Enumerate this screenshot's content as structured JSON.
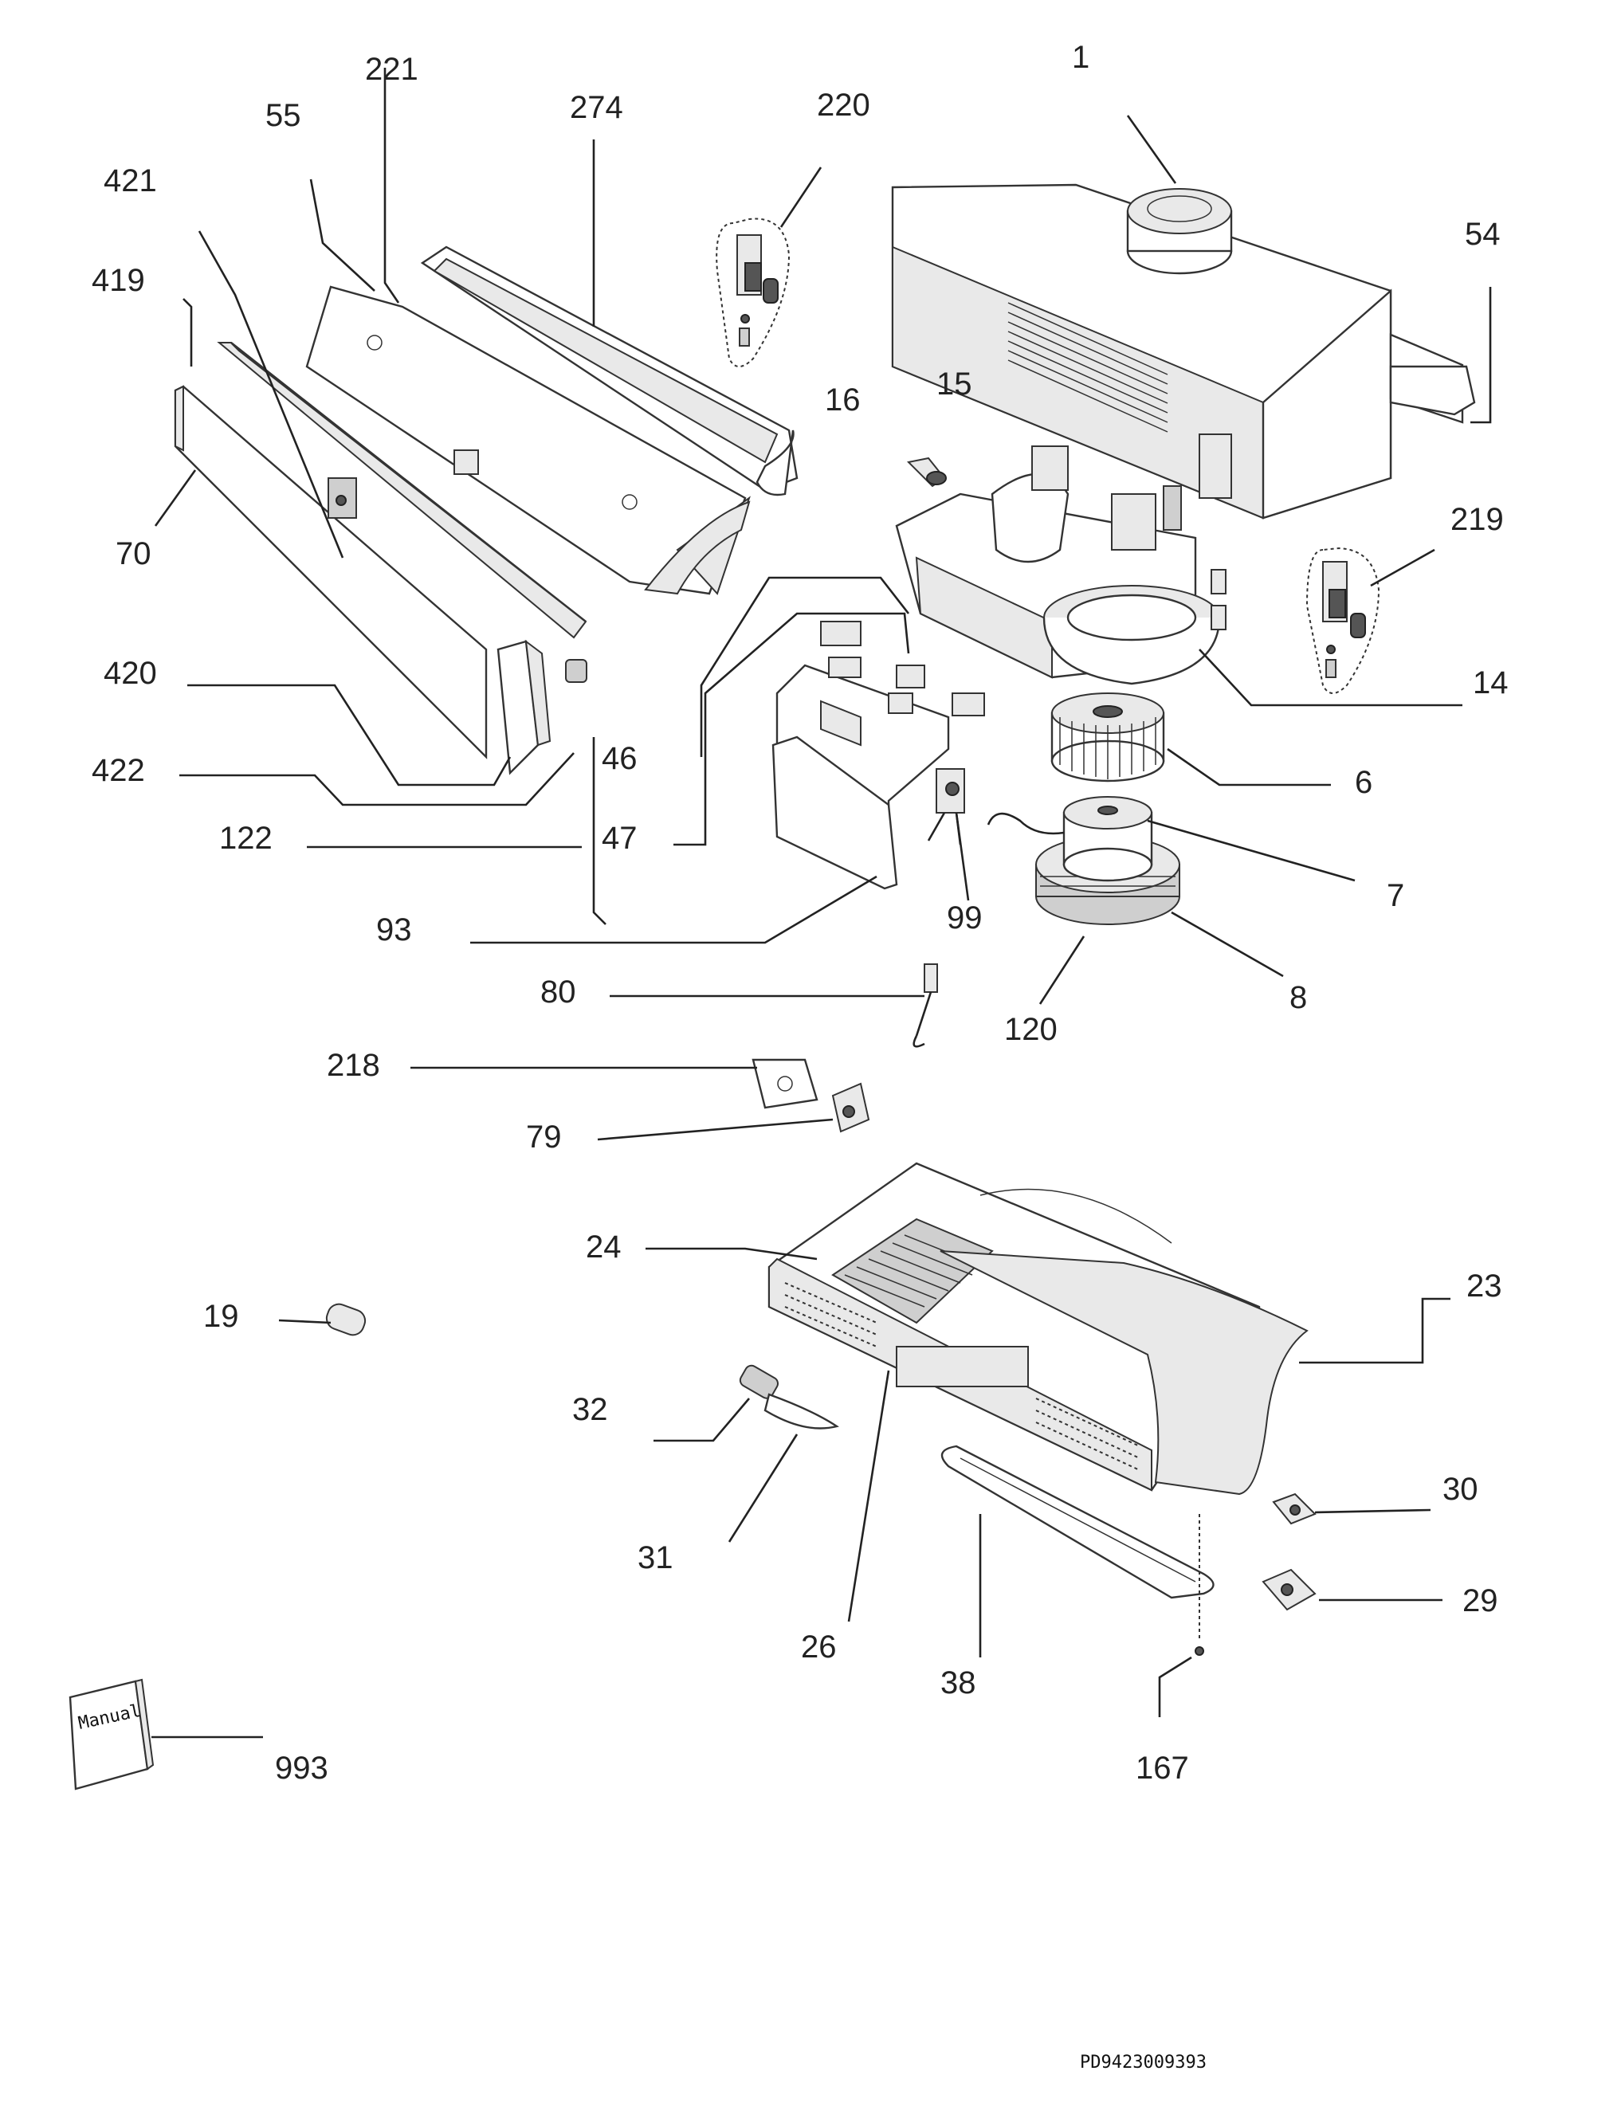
{
  "diagram": {
    "part_labels": [
      "1",
      "221",
      "274",
      "55",
      "220",
      "421",
      "419",
      "54",
      "16",
      "15",
      "70",
      "219",
      "14",
      "420",
      "46",
      "422",
      "6",
      "122",
      "47",
      "7",
      "93",
      "99",
      "80",
      "8",
      "120",
      "218",
      "79",
      "24",
      "23",
      "19",
      "32",
      "30",
      "31",
      "29",
      "26",
      "38",
      "993",
      "167"
    ],
    "manual_text": "Manual",
    "reference_code": "PD9423009393"
  }
}
